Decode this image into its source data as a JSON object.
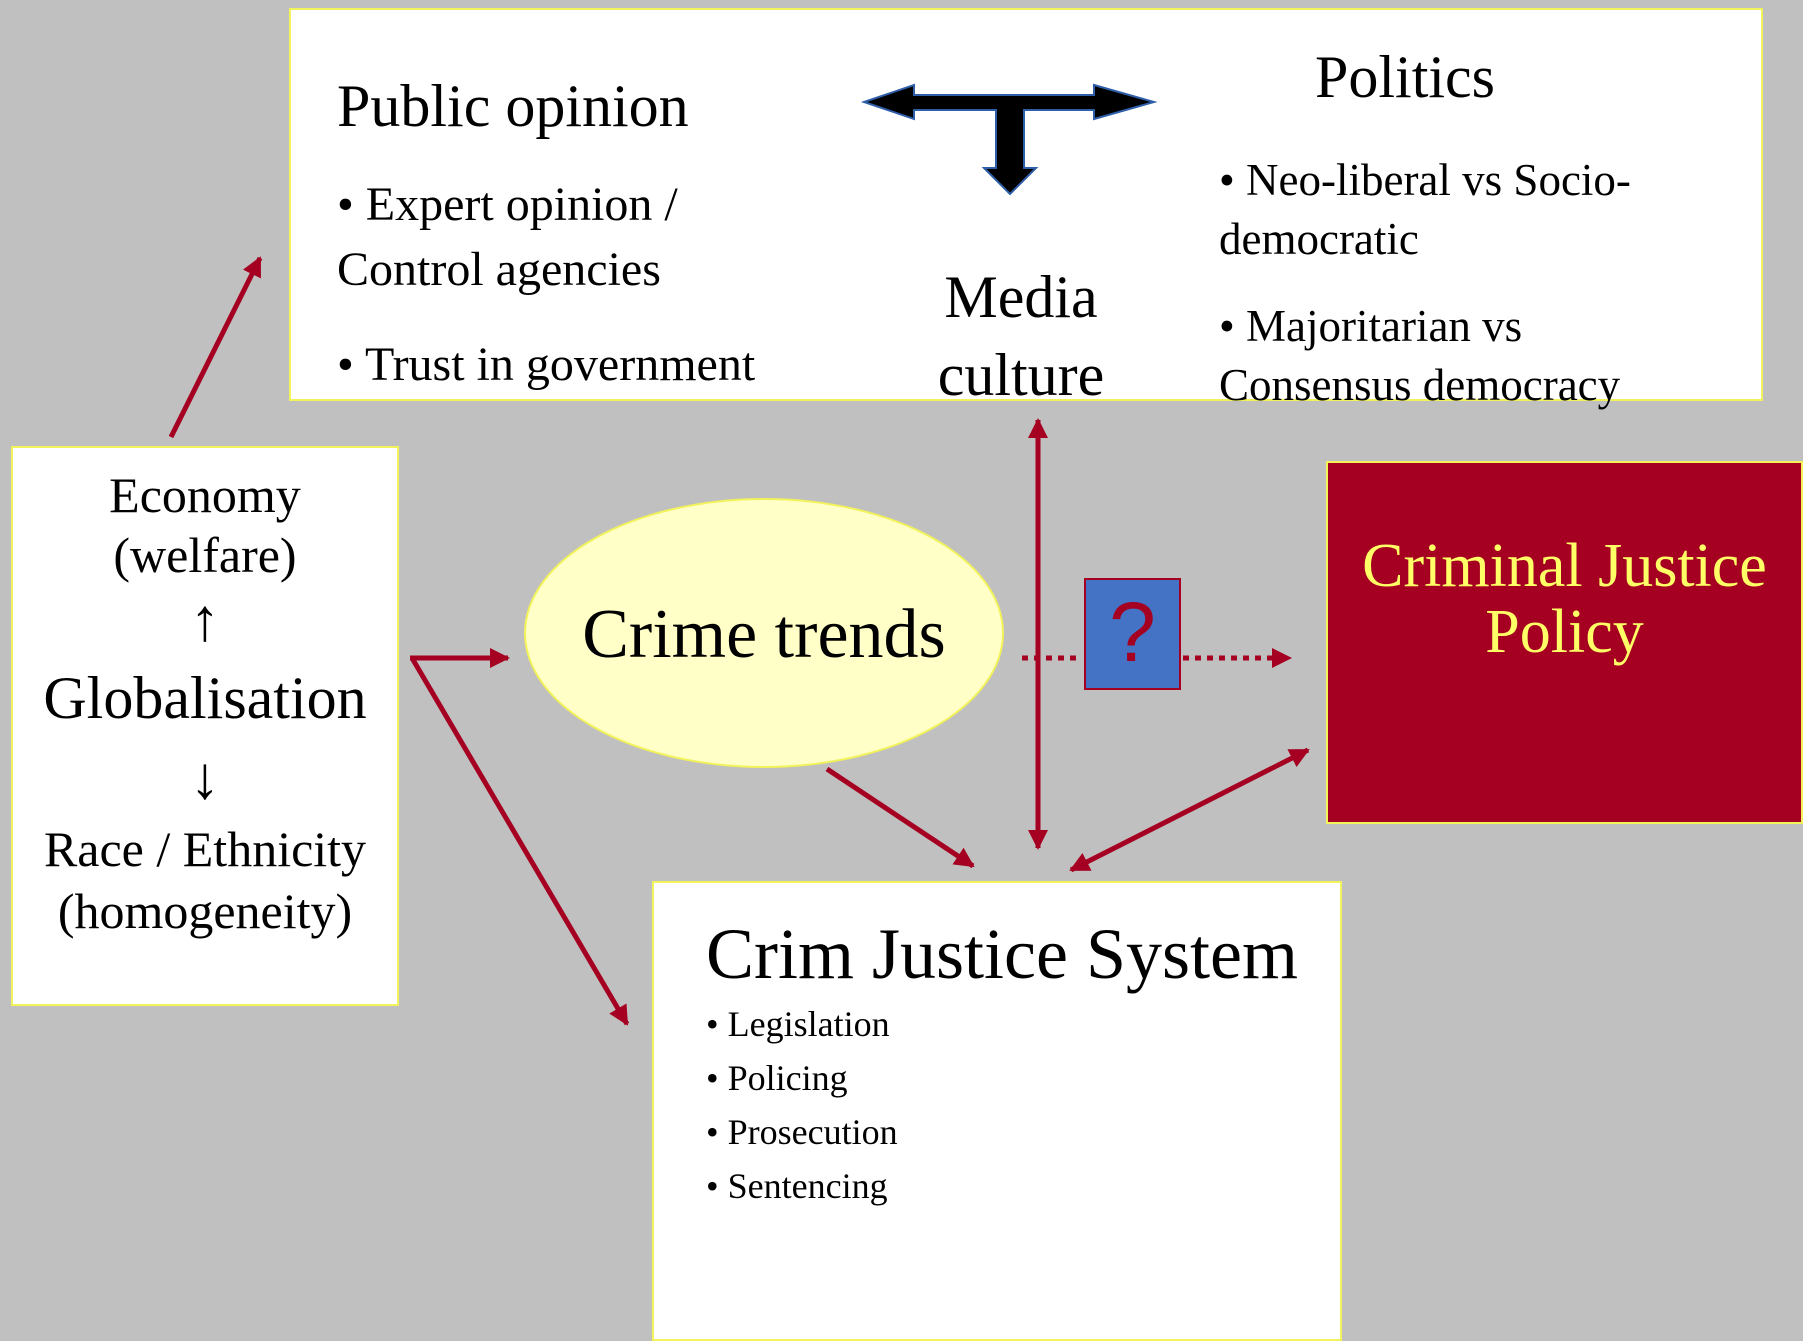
{
  "top_box": {
    "public_opinion": {
      "title": "Public opinion",
      "bullets": [
        "• Expert opinion /",
        "Control agencies",
        "• Trust in government"
      ]
    },
    "media": "Media culture",
    "politics": {
      "title": "Politics",
      "bullets": [
        "• Neo-liberal vs Socio-",
        "democratic",
        "• Majoritarian vs",
        "Consensus democracy"
      ]
    }
  },
  "left_box": {
    "economy": "Economy",
    "welfare": "(welfare)",
    "arrow_up": "↑",
    "globalisation": "Globalisation",
    "arrow_down": "↓",
    "race": "Race / Ethnicity",
    "homogeneity": "(homogeneity)"
  },
  "crime_trends": "Crime trends",
  "question": "?",
  "criminal_justice_policy": "Criminal Justice Policy",
  "crim_justice_system": {
    "title": "Crim Justice System",
    "items": [
      "• Legislation",
      "• Policing",
      "• Prosecution",
      "• Sentencing"
    ]
  },
  "colors": {
    "background": "#c0c0c0",
    "arrow": "#a50021",
    "policy_box": "#a50021",
    "policy_text": "#ffff66",
    "ellipse": "#ffffc7",
    "question_box": "#4472c4",
    "box_border": "#f2f25a"
  }
}
